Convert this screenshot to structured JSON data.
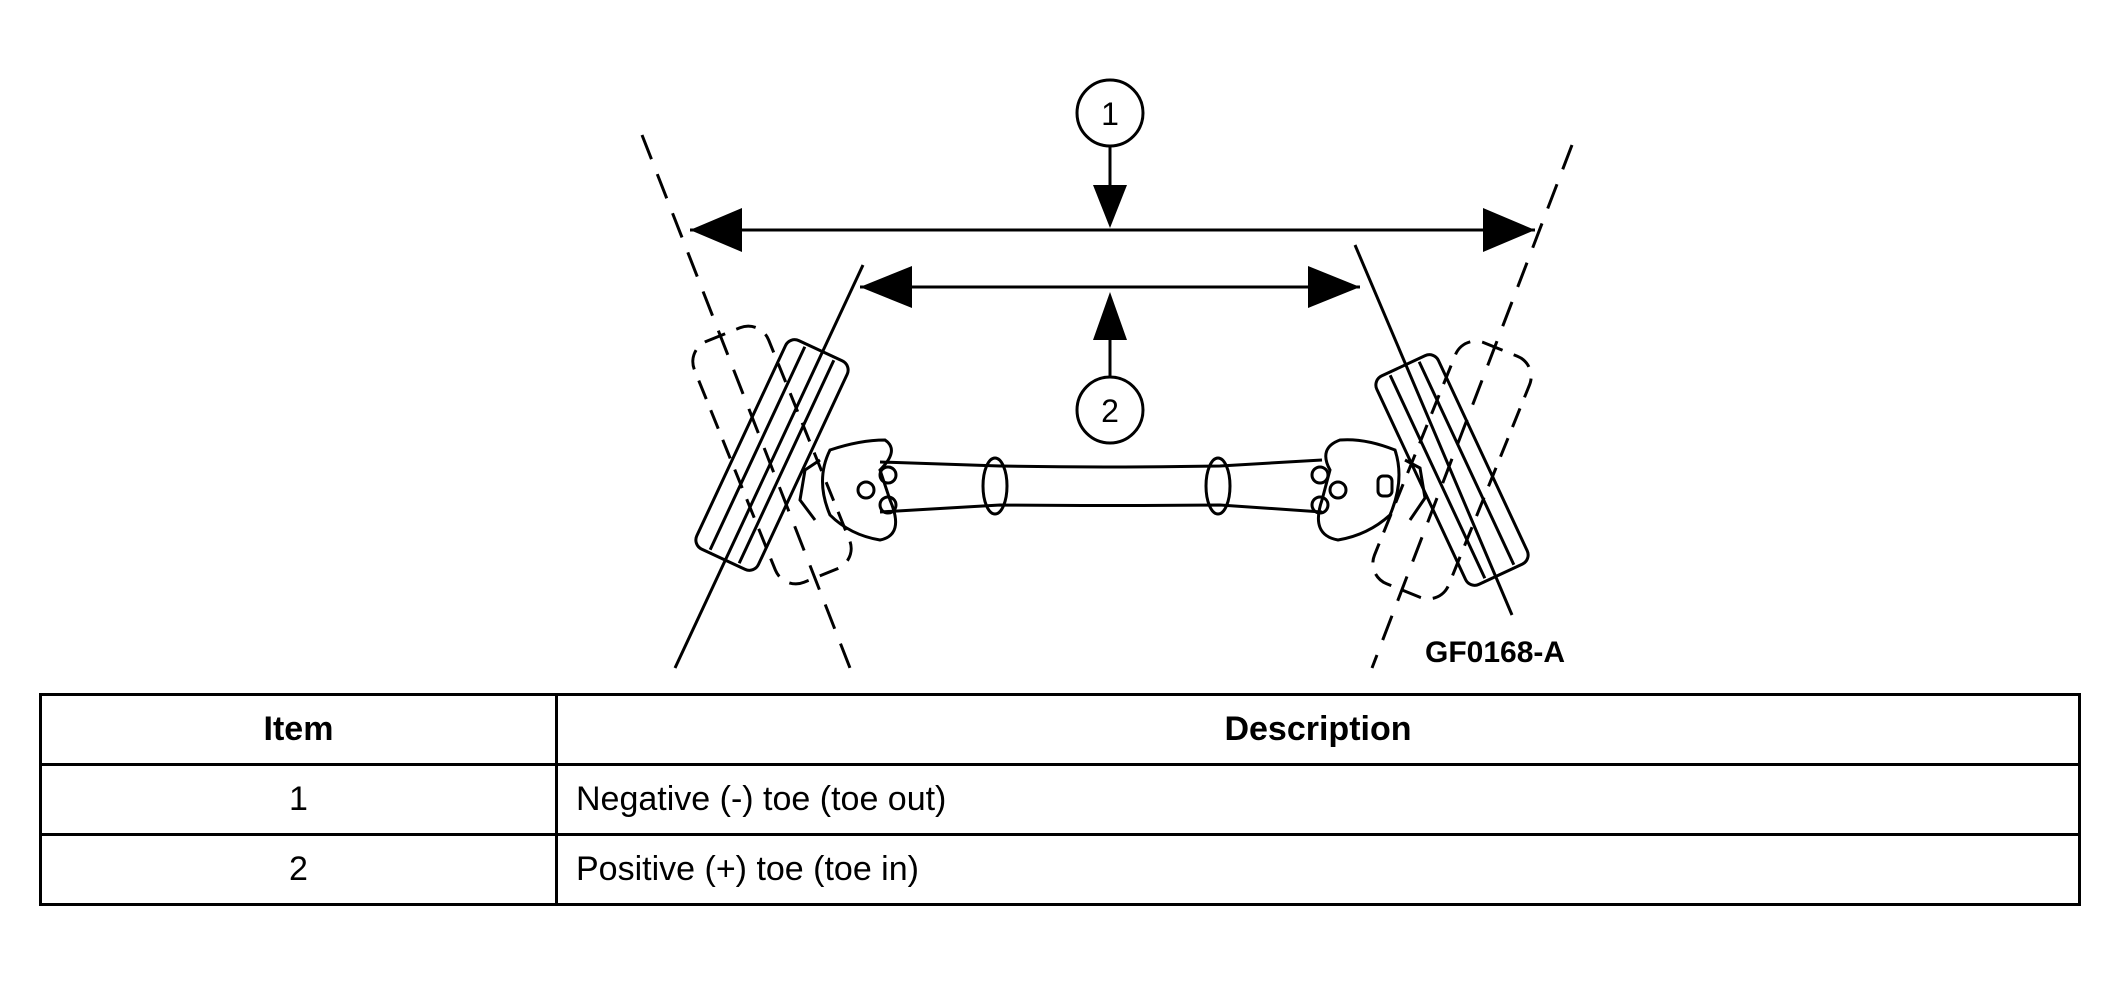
{
  "figure": {
    "callouts": [
      "1",
      "2"
    ],
    "figure_id": "GF0168-A"
  },
  "table": {
    "headers": {
      "item": "Item",
      "description": "Description"
    },
    "rows": [
      {
        "item": "1",
        "description": "Negative (-) toe (toe out)"
      },
      {
        "item": "2",
        "description": "Positive (+) toe (toe in)"
      }
    ]
  }
}
